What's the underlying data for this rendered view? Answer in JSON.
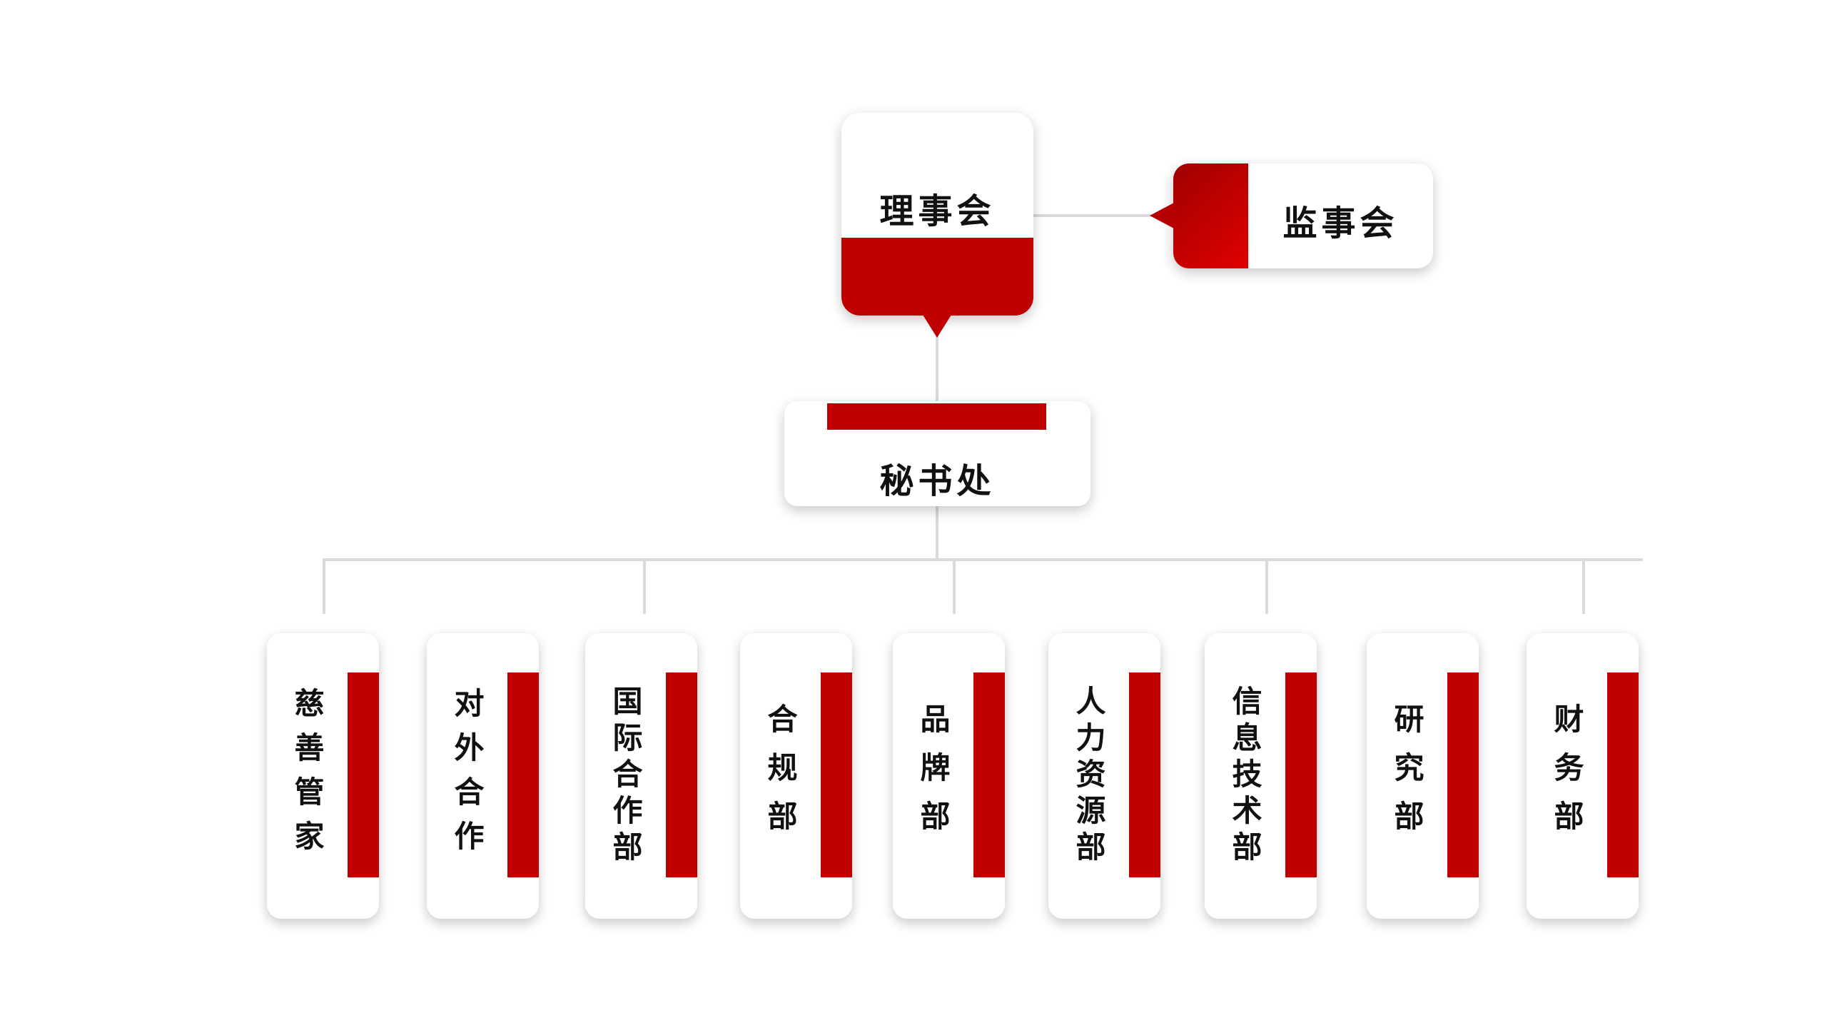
{
  "board": {
    "label": "理事会"
  },
  "supervisors": {
    "label": "监事会"
  },
  "secretariat": {
    "label": "秘书处"
  },
  "departments": [
    {
      "label": "慈善管家"
    },
    {
      "label": "对外合作"
    },
    {
      "label": "国际合作部"
    },
    {
      "label": "合规部"
    },
    {
      "label": "品牌部"
    },
    {
      "label": "人力资源部"
    },
    {
      "label": "信息技术部"
    },
    {
      "label": "研究部"
    },
    {
      "label": "财务部"
    }
  ],
  "colors": {
    "accent": "#c00000",
    "accent_bright": "#e00000",
    "connector": "#d9d9d9"
  }
}
